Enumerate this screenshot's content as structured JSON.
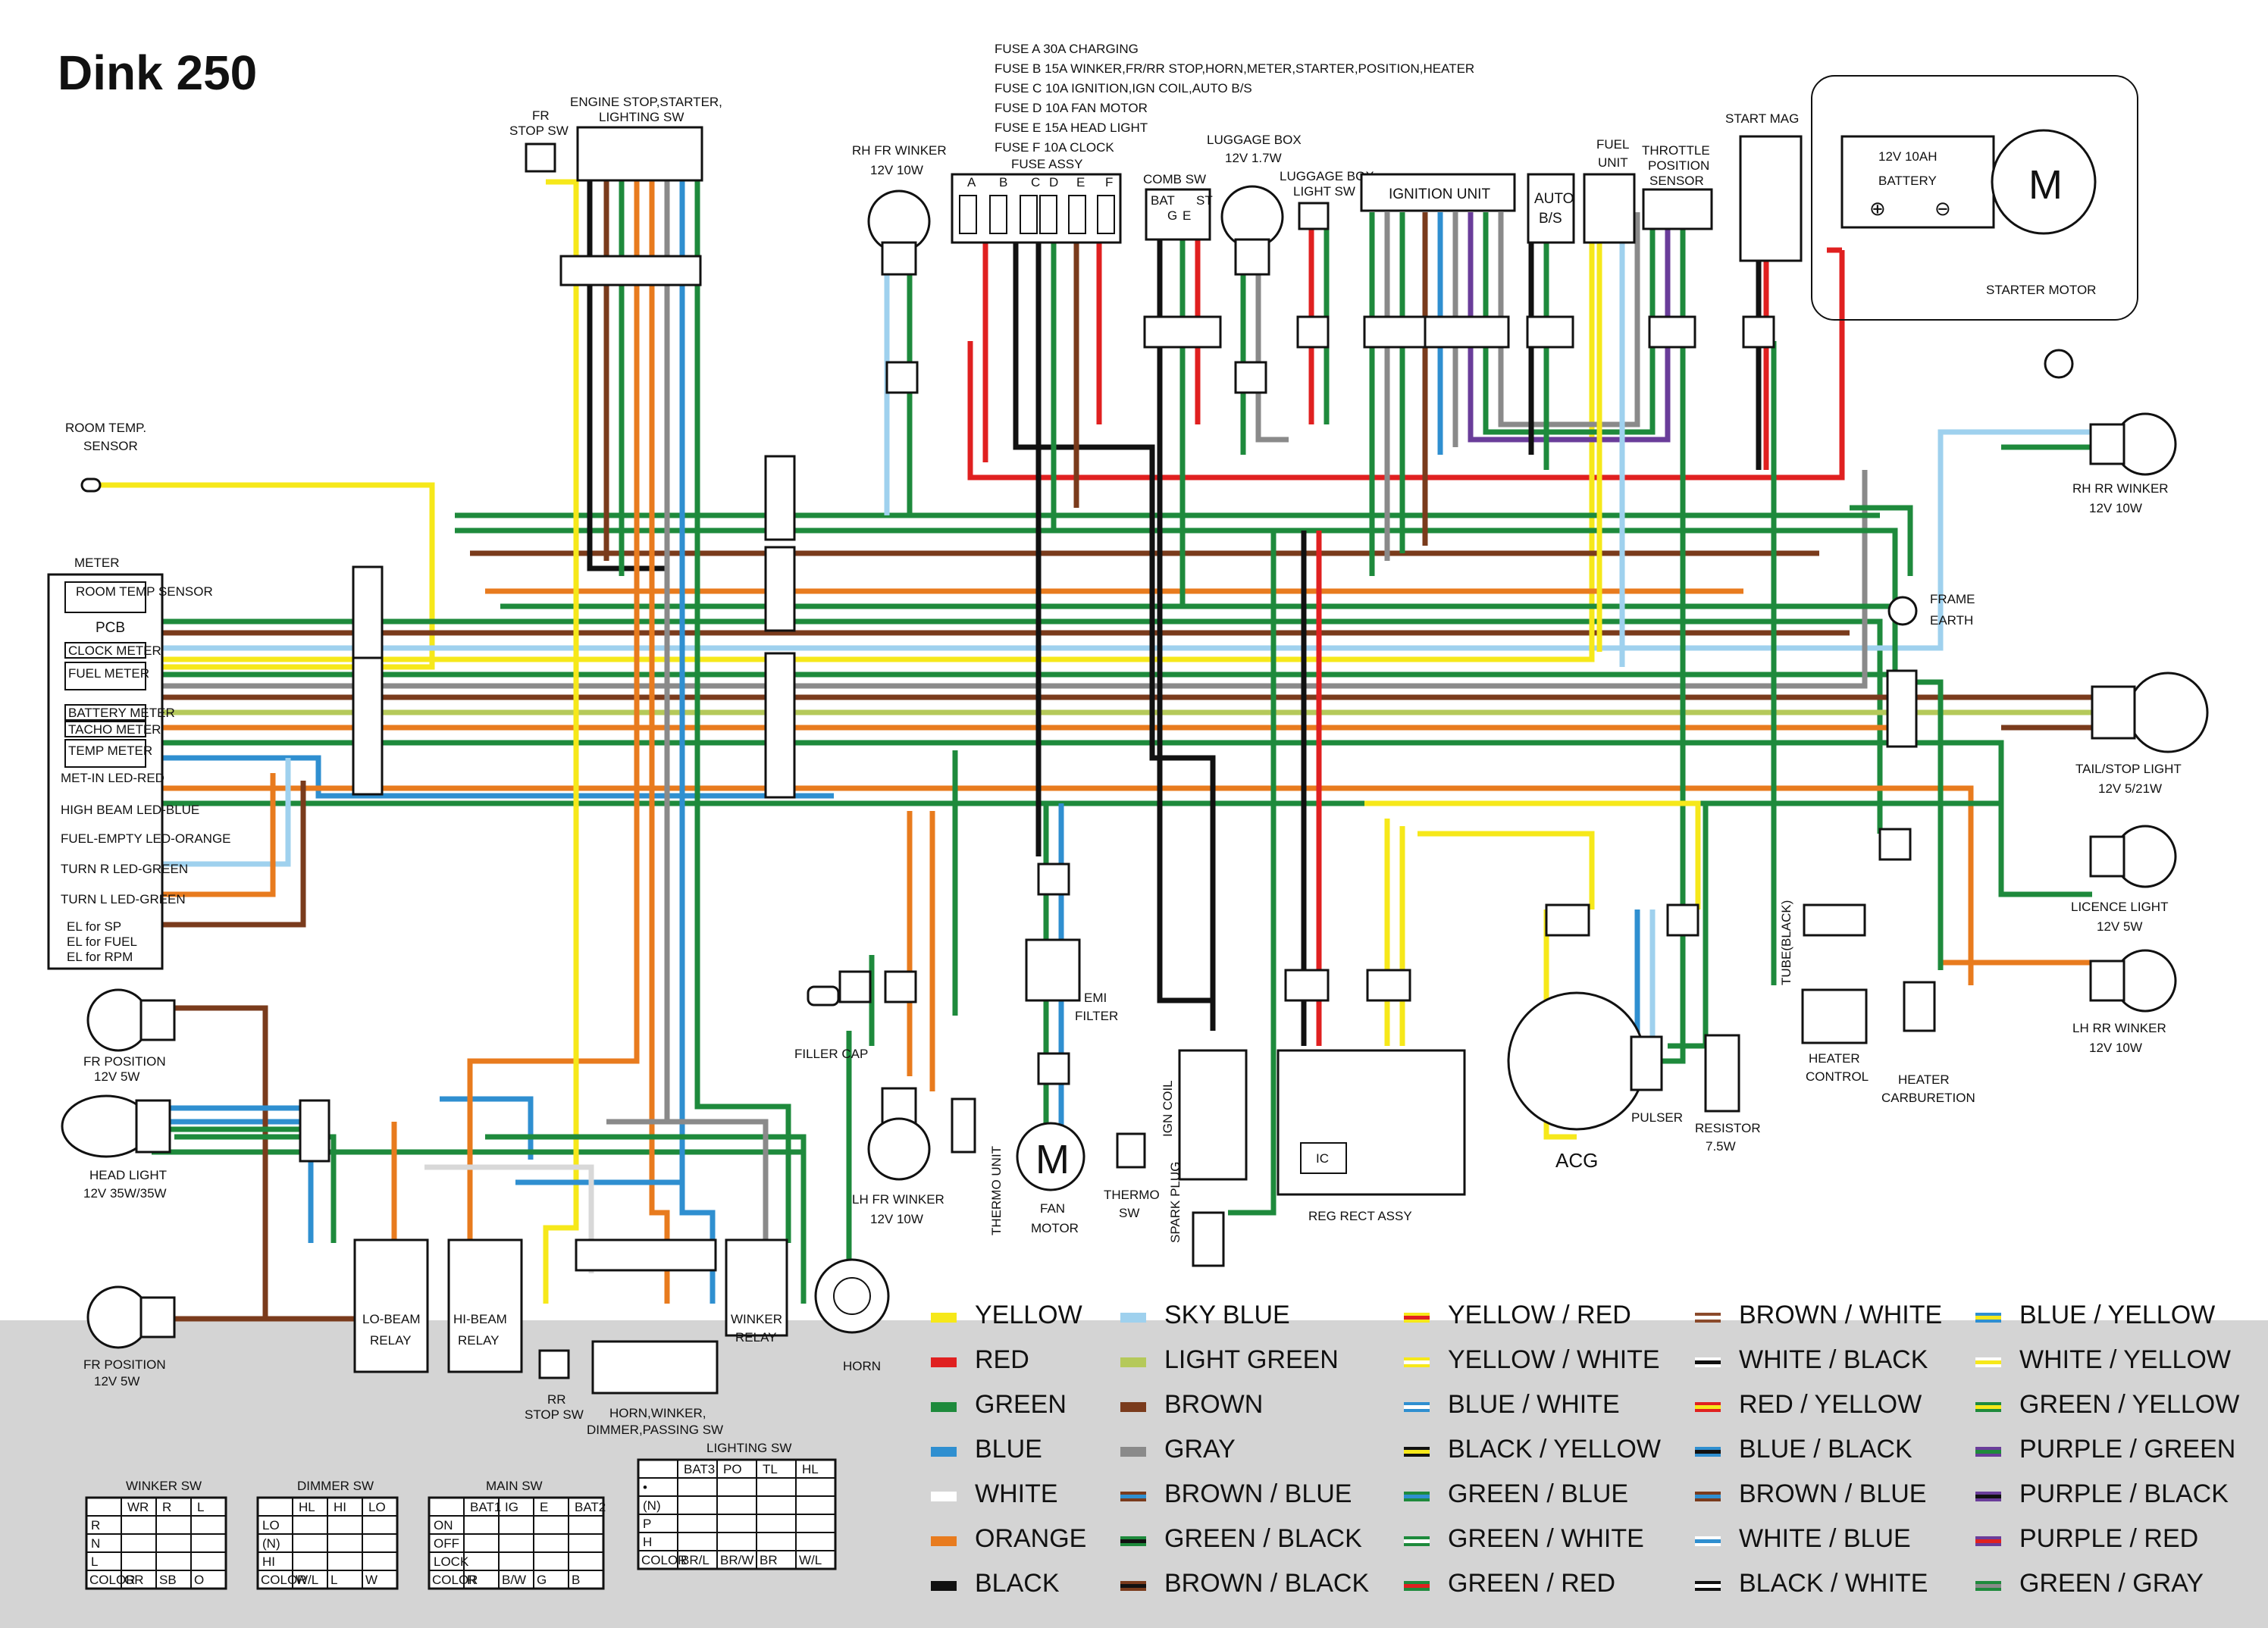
{
  "title": "Dink 250",
  "fuses": {
    "header": [
      "FUSE A 30A  CHARGING",
      "FUSE B 15A  WINKER,FR/RR STOP,HORN,METER,STARTER,POSITION,HEATER",
      "FUSE C 10A  IGNITION,IGN COIL,AUTO B/S",
      "FUSE D 10A  FAN MOTOR",
      "FUSE E 15A  HEAD LIGHT",
      "FUSE F 10A  CLOCK"
    ],
    "assy_label": "FUSE ASSY",
    "letters": [
      "A",
      "B",
      "C",
      "D",
      "E",
      "F"
    ]
  },
  "components": {
    "fr_stop_sw": [
      "FR",
      "STOP SW"
    ],
    "engine_stop": [
      "ENGINE STOP,STARTER,",
      "LIGHTING SW"
    ],
    "rh_fr_winker": [
      "RH FR WINKER",
      "12V 10W"
    ],
    "comb_sw": "COMB SW",
    "comb_sw_terms": [
      "BAT",
      "G",
      "E",
      "ST"
    ],
    "luggage_box": [
      "LUGGAGE BOX",
      "12V 1.7W"
    ],
    "luggage_box_light_sw": [
      "LUGGAGE BOX",
      "LIGHT SW"
    ],
    "ignition_unit": "IGNITION UNIT",
    "auto_bs": [
      "AUTO",
      "B/S"
    ],
    "fuel_unit": [
      "FUEL",
      "UNIT"
    ],
    "throttle": [
      "THROTTLE",
      "POSITION",
      "SENSOR"
    ],
    "start_mag": "START MAG",
    "battery": [
      "12V 10AH",
      "BATTERY"
    ],
    "starter_motor": "STARTER MOTOR",
    "motor_glyph": "M",
    "room_temp_sensor": [
      "ROOM TEMP.",
      "SENSOR"
    ],
    "meter": "METER",
    "meter_rows": [
      "ROOM TEMP SENSOR",
      "PCB",
      "CLOCK METER",
      "FUEL METER",
      "BATTERY METER",
      "TACHO METER",
      "TEMP METER"
    ],
    "meter_leds": [
      "MET-IN LED-RED",
      "HIGH BEAM LED-BLUE",
      "FUEL-EMPTY LED-ORANGE",
      "TURN R LED-GREEN",
      "TURN L LED-GREEN",
      "EL for SP",
      "EL for FUEL",
      "EL for RPM"
    ],
    "rh_rr_winker": [
      "RH RR WINKER",
      "12V 10W"
    ],
    "frame_earth": [
      "FRAME",
      "EARTH"
    ],
    "tail_stop": [
      "TAIL/STOP LIGHT",
      "12V 5/21W"
    ],
    "licence": [
      "LICENCE LIGHT",
      "12V 5W"
    ],
    "lh_rr_winker": [
      "LH RR WINKER",
      "12V 10W"
    ],
    "fr_position_top": [
      "FR POSITION",
      "12V 5W"
    ],
    "head_light": [
      "HEAD LIGHT",
      "12V 35W/35W"
    ],
    "fr_position_bottom": [
      "FR POSITION",
      "12V 5W"
    ],
    "filler_cap": "FILLER CAP",
    "lh_fr_winker": [
      "LH FR WINKER",
      "12V 10W"
    ],
    "thermo_unit": "THERMO UNIT",
    "fan_motor": [
      "FAN",
      "MOTOR"
    ],
    "emi_filter": [
      "EMI",
      "FILTER"
    ],
    "thermo_sw": [
      "THERMO",
      "SW"
    ],
    "ign_coil": "IGN COIL",
    "spark_plug": "SPARK PLUG",
    "reg_rect": "REG RECT ASSY",
    "ic": "IC",
    "acg": "ACG",
    "pulser": "PULSER",
    "resistor": [
      "RESISTOR",
      "7.5W"
    ],
    "tube_black": "TUBE(BLACK)",
    "heater_control": [
      "HEATER",
      "CONTROL"
    ],
    "heater_carb": [
      "HEATER",
      "CARBURETION"
    ],
    "lo_beam": [
      "LO-BEAM",
      "RELAY"
    ],
    "hi_beam": [
      "HI-BEAM",
      "RELAY"
    ],
    "winker_relay": [
      "WINKER",
      "RELAY"
    ],
    "horn": "HORN",
    "rr_stop_sw": [
      "RR",
      "STOP SW"
    ],
    "horn_sw": [
      "HORN,WINKER,",
      "DIMMER,PASSING SW"
    ]
  },
  "tables": [
    {
      "title": "WINKER SW",
      "header": [
        "",
        "WR",
        "R",
        "L"
      ],
      "rows": [
        "R",
        "N",
        "L"
      ],
      "colors": [
        "COLOR",
        "GR",
        "SB",
        "O"
      ]
    },
    {
      "title": "DIMMER SW",
      "header": [
        "",
        "HL",
        "HI",
        "LO"
      ],
      "rows": [
        "LO",
        "(N)",
        "HI"
      ],
      "colors": [
        "COLOR",
        "W/L",
        "L",
        "W"
      ]
    },
    {
      "title": "MAIN SW",
      "header": [
        "",
        "BAT1",
        "IG",
        "E",
        "BAT2"
      ],
      "rows": [
        "ON",
        "OFF",
        "LOCK"
      ],
      "colors": [
        "COLOR",
        "R",
        "B/W",
        "G",
        "B"
      ]
    },
    {
      "title": "LIGHTING SW",
      "header": [
        "",
        "BAT3",
        "PO",
        "TL",
        "HL"
      ],
      "rows": [
        "•",
        "(N)",
        "P",
        "H"
      ],
      "colors": [
        "COLOR",
        "BR/L",
        "BR/W",
        "BR",
        "W/L"
      ]
    }
  ],
  "legend": [
    [
      "YELLOW",
      "SKY BLUE",
      "YELLOW / RED",
      "BROWN / WHITE",
      "BLUE / YELLOW"
    ],
    [
      "RED",
      "LIGHT GREEN",
      "YELLOW / WHITE",
      "WHITE / BLACK",
      "WHITE / YELLOW"
    ],
    [
      "GREEN",
      "BROWN",
      "BLUE / WHITE",
      "RED / YELLOW",
      "GREEN / YELLOW"
    ],
    [
      "BLUE",
      "GRAY",
      "BLACK / YELLOW",
      "BLUE / BLACK",
      "PURPLE / GREEN"
    ],
    [
      "WHITE",
      "BROWN / BLUE",
      "GREEN / BLUE",
      "BROWN / BLUE",
      "PURPLE / BLACK"
    ],
    [
      "ORANGE",
      "GREEN / BLACK",
      "GREEN / WHITE",
      "WHITE / BLUE",
      "PURPLE / RED"
    ],
    [
      "BLACK",
      "BROWN / BLACK",
      "GREEN / RED",
      "BLACK / WHITE",
      "GREEN / GRAY"
    ]
  ],
  "legend_swatches": [
    [
      [
        "#f6e81a"
      ],
      [
        "#9fd1ee"
      ],
      [
        "#f6e81a",
        "#e02020"
      ],
      [
        "#8b4a2b",
        "#ffffff"
      ],
      [
        "#2f8fd0",
        "#f6e81a"
      ]
    ],
    [
      [
        "#e02020"
      ],
      [
        "#b5c95a"
      ],
      [
        "#f6e81a",
        "#ffffff"
      ],
      [
        "#ffffff",
        "#111111"
      ],
      [
        "#ffffff",
        "#f6e81a"
      ]
    ],
    [
      [
        "#1e8a3c"
      ],
      [
        "#7a3b1c"
      ],
      [
        "#2f8fd0",
        "#ffffff"
      ],
      [
        "#e02020",
        "#f6e81a"
      ],
      [
        "#1e8a3c",
        "#f6e81a"
      ]
    ],
    [
      [
        "#2f8fd0"
      ],
      [
        "#8a8a8a"
      ],
      [
        "#111111",
        "#f6e81a"
      ],
      [
        "#2f8fd0",
        "#111111"
      ],
      [
        "#6a3d9a",
        "#1e8a3c"
      ]
    ],
    [
      [
        "#ffffff"
      ],
      [
        "#7a3b1c",
        "#2f8fd0"
      ],
      [
        "#1e8a3c",
        "#2f8fd0"
      ],
      [
        "#7a3b1c",
        "#2f8fd0"
      ],
      [
        "#6a3d9a",
        "#111111"
      ]
    ],
    [
      [
        "#e87b1e"
      ],
      [
        "#1e8a3c",
        "#111111"
      ],
      [
        "#1e8a3c",
        "#ffffff"
      ],
      [
        "#ffffff",
        "#2f8fd0"
      ],
      [
        "#6a3d9a",
        "#e02020"
      ]
    ],
    [
      [
        "#111111"
      ],
      [
        "#7a3b1c",
        "#111111"
      ],
      [
        "#1e8a3c",
        "#e02020"
      ],
      [
        "#111111",
        "#ffffff"
      ],
      [
        "#1e8a3c",
        "#8a8a8a"
      ]
    ]
  ],
  "colors": {
    "yellow": "#f6e81a",
    "red": "#e02020",
    "green": "#1e8a3c",
    "blue": "#2f8fd0",
    "white": "#d8d8d8",
    "orange": "#e87b1e",
    "black": "#111111",
    "skyblue": "#9fd1ee",
    "lightgreen": "#b5c95a",
    "brown": "#7a3b1c",
    "gray": "#8a8a8a",
    "purple": "#6a3d9a",
    "legend_bg": "#d4d4d4"
  }
}
